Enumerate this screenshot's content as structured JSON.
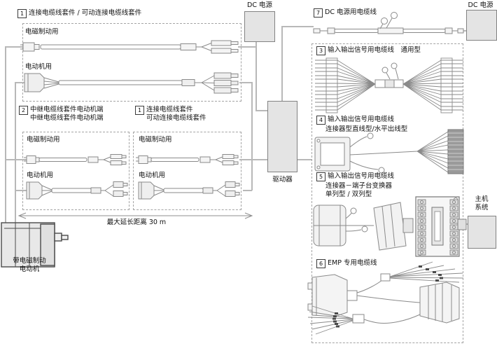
{
  "palette": {
    "box_fill": "#e4e4e4",
    "box_border": "#828282",
    "line_gray": "#b8b8b8",
    "text": "#111111"
  },
  "kit1": {
    "badge": "1",
    "title": "连接电缆线套件 / 可动连接电缆线套件",
    "brake_label": "电磁制动用",
    "motor_label": "电动机用"
  },
  "kit2": {
    "badge": "2",
    "title_line1": "中继电缆线套件电动机端",
    "title_line2": "中继电缆线套件电动机端",
    "brake_label": "电磁制动用",
    "motor_label": "电动机用"
  },
  "kit1_mid": {
    "badge": "1",
    "title_line1": "连接电缆线套件",
    "title_line2": "可动连接电缆线套件",
    "brake_label": "电磁制动用",
    "motor_label": "电动机用"
  },
  "dimension_label": "最大延长距离 30 m",
  "motor_caption": {
    "line1": "带电磁制动",
    "line2": "电动机"
  },
  "dc_power_left_label": "DC 电源",
  "dc_power_right_label": "DC 电源",
  "driver_label": "驱动器",
  "host_label": {
    "line1": "主机",
    "line2": "系统"
  },
  "cable7": {
    "badge": "7",
    "title": "DC 电源用电缆线"
  },
  "cable3": {
    "badge": "3",
    "title": "输入输出信号用电缆线　通用型"
  },
  "cable4": {
    "badge": "4",
    "title": "输入输出信号用电缆线",
    "subtitle": "连接器型直线型/水平出线型"
  },
  "cable5": {
    "badge": "5",
    "title": "输入输出信号用电缆线",
    "subtitle1": "连接器－端子台变换器",
    "subtitle2": "单列型 / 双列型"
  },
  "cable6": {
    "badge": "6",
    "title": "EMP 专用电缆线"
  }
}
